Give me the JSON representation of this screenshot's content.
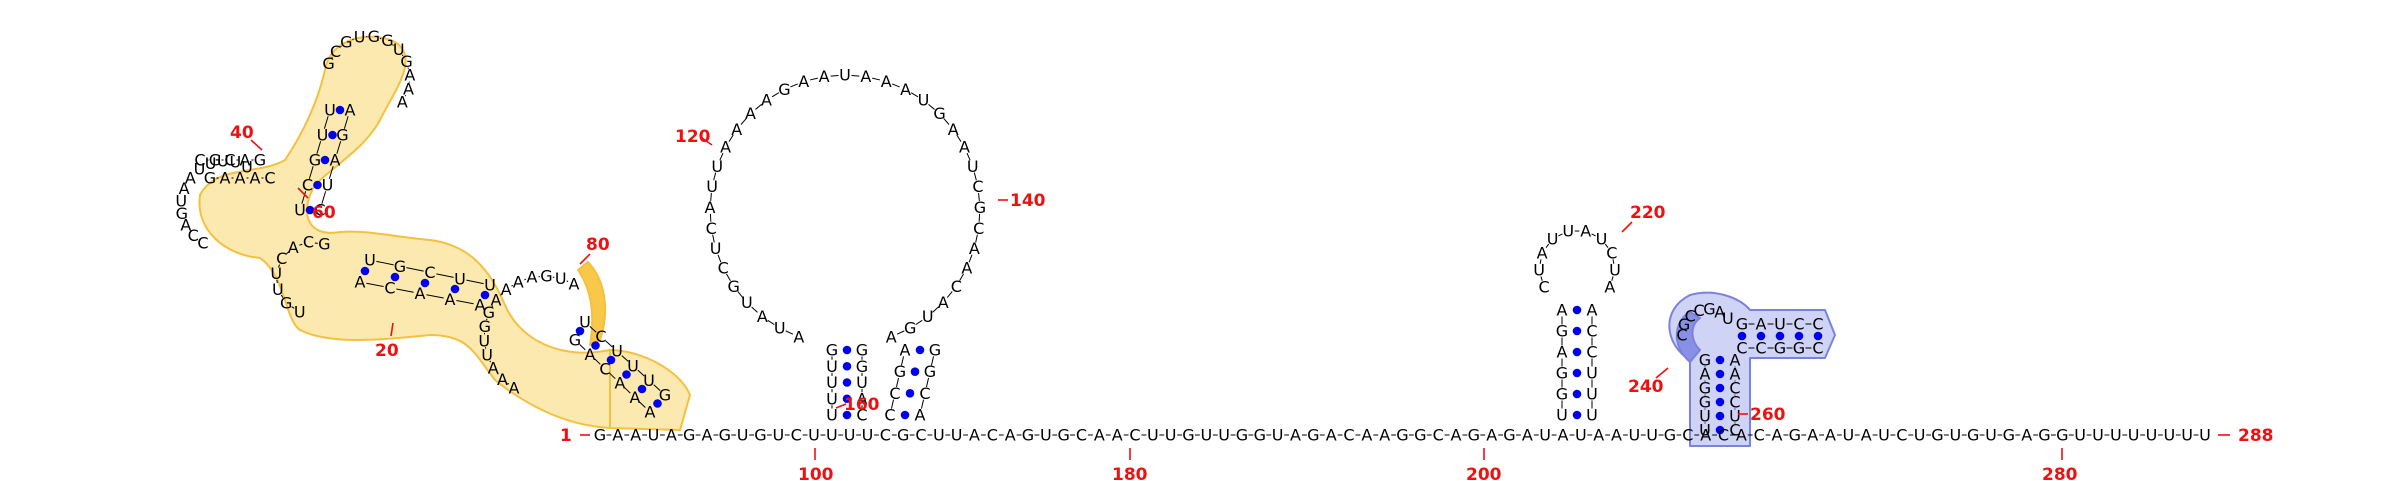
{
  "sequence": "GAAUAGAGUGUCUUUUCGCUUACAGUGCAACUUGUUGGUAGACAAGGCAGAGAUAUAAUUGCACACAGAAUAUCUGUGUGAGGUUUUUUUU",
  "position_labels": {
    "start": "1",
    "end": "288",
    "p20": "20",
    "p40": "40",
    "p60": "60",
    "p80": "80",
    "p100": "100",
    "p120": "120",
    "p140": "140",
    "p160": "160",
    "p180": "180",
    "p200": "200",
    "p220": "220",
    "p240": "240",
    "p260": "260",
    "p280": "280"
  },
  "domain1_helices": {
    "a": {
      "left": "UCGUU",
      "right": "CUAGA"
    },
    "b": {
      "left": "CGCAG",
      "right": "GAAAC"
    },
    "c": {
      "left": "UGCUU",
      "right": "ACAAA"
    },
    "d": {
      "left": "UCUUUG",
      "right": "GACAAA"
    }
  },
  "domain1_loops": {
    "top_hairpin": "GCGUGGUGAAA",
    "left_internal": "CCAGUAAUUUUU",
    "middle_internal": "UGUUCACG",
    "big_internal": "AAAUUGGAAAAGUA"
  },
  "domain2": {
    "stem_left": "UUUUG",
    "stem_right": "CAUGG",
    "loop": "AUAUGCUCAUUAAAAGAAUAAAUGAAUCGCAACAUGA",
    "extra_stem_left": "CCGA",
    "extra_stem_right": "ACGG"
  },
  "domain3": {
    "stem_left": "UGGAGA",
    "stem_right": "UUUCCA",
    "loop": "CUAUUAUCUA"
  },
  "domain4": {
    "stem_left": "UUGGAG",
    "stem_right": "CUCCAA",
    "loop": "CGCCGAUGAUCCCCGGC"
  },
  "colors": {
    "highlight_fill": "#fce9b0",
    "highlight_stroke": "#f5c040",
    "highlight_hot": "#f7c84a",
    "pseudoknot_fill": "#cfd3f5",
    "pseudoknot_stroke": "#7a82e0",
    "pseudoknot_hot": "#8890e6",
    "pair_dot": "#0000ee",
    "label_red": "#ee1111"
  }
}
